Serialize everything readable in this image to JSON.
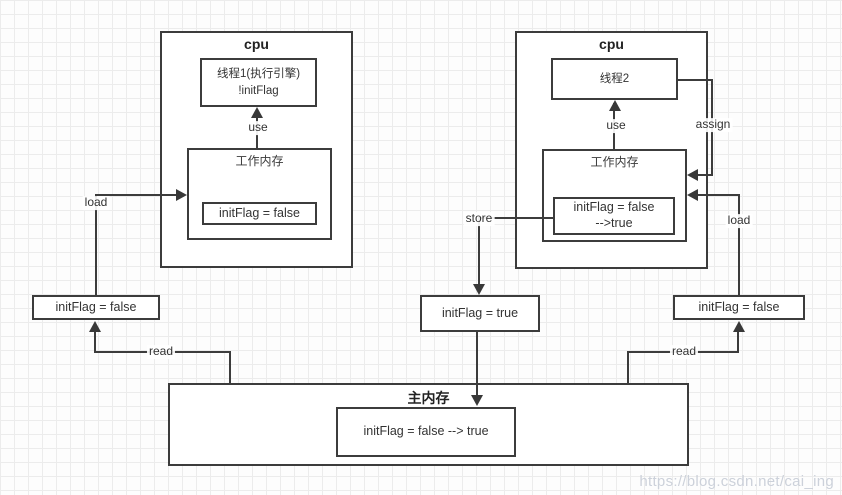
{
  "left_cpu": {
    "title": "cpu",
    "thread_line1": "线程1(执行引擎)",
    "thread_line2": "!initFlag",
    "use_label": "use",
    "working_memory": {
      "title": "工作内存",
      "value": "initFlag = false"
    }
  },
  "right_cpu": {
    "title": "cpu",
    "thread": "线程2",
    "use_label": "use",
    "assign_label": "assign",
    "working_memory": {
      "title": "工作内存",
      "value_line1": "initFlag = false",
      "value_line2": "-->true"
    }
  },
  "edges": {
    "load_left": "load",
    "read_left": "read",
    "store": "store",
    "load_right": "load",
    "read_right": "read"
  },
  "buffers": {
    "left": "initFlag = false",
    "center": "initFlag = true",
    "right": "initFlag = false"
  },
  "main_memory": {
    "title": "主内存",
    "value": "initFlag = false --> true"
  },
  "watermark": "https://blog.csdn.net/cai_ing",
  "colors": {
    "line": "#3c3c3c",
    "grid": "#ececec",
    "text": "#333333",
    "watermark": "#ccd1da"
  }
}
